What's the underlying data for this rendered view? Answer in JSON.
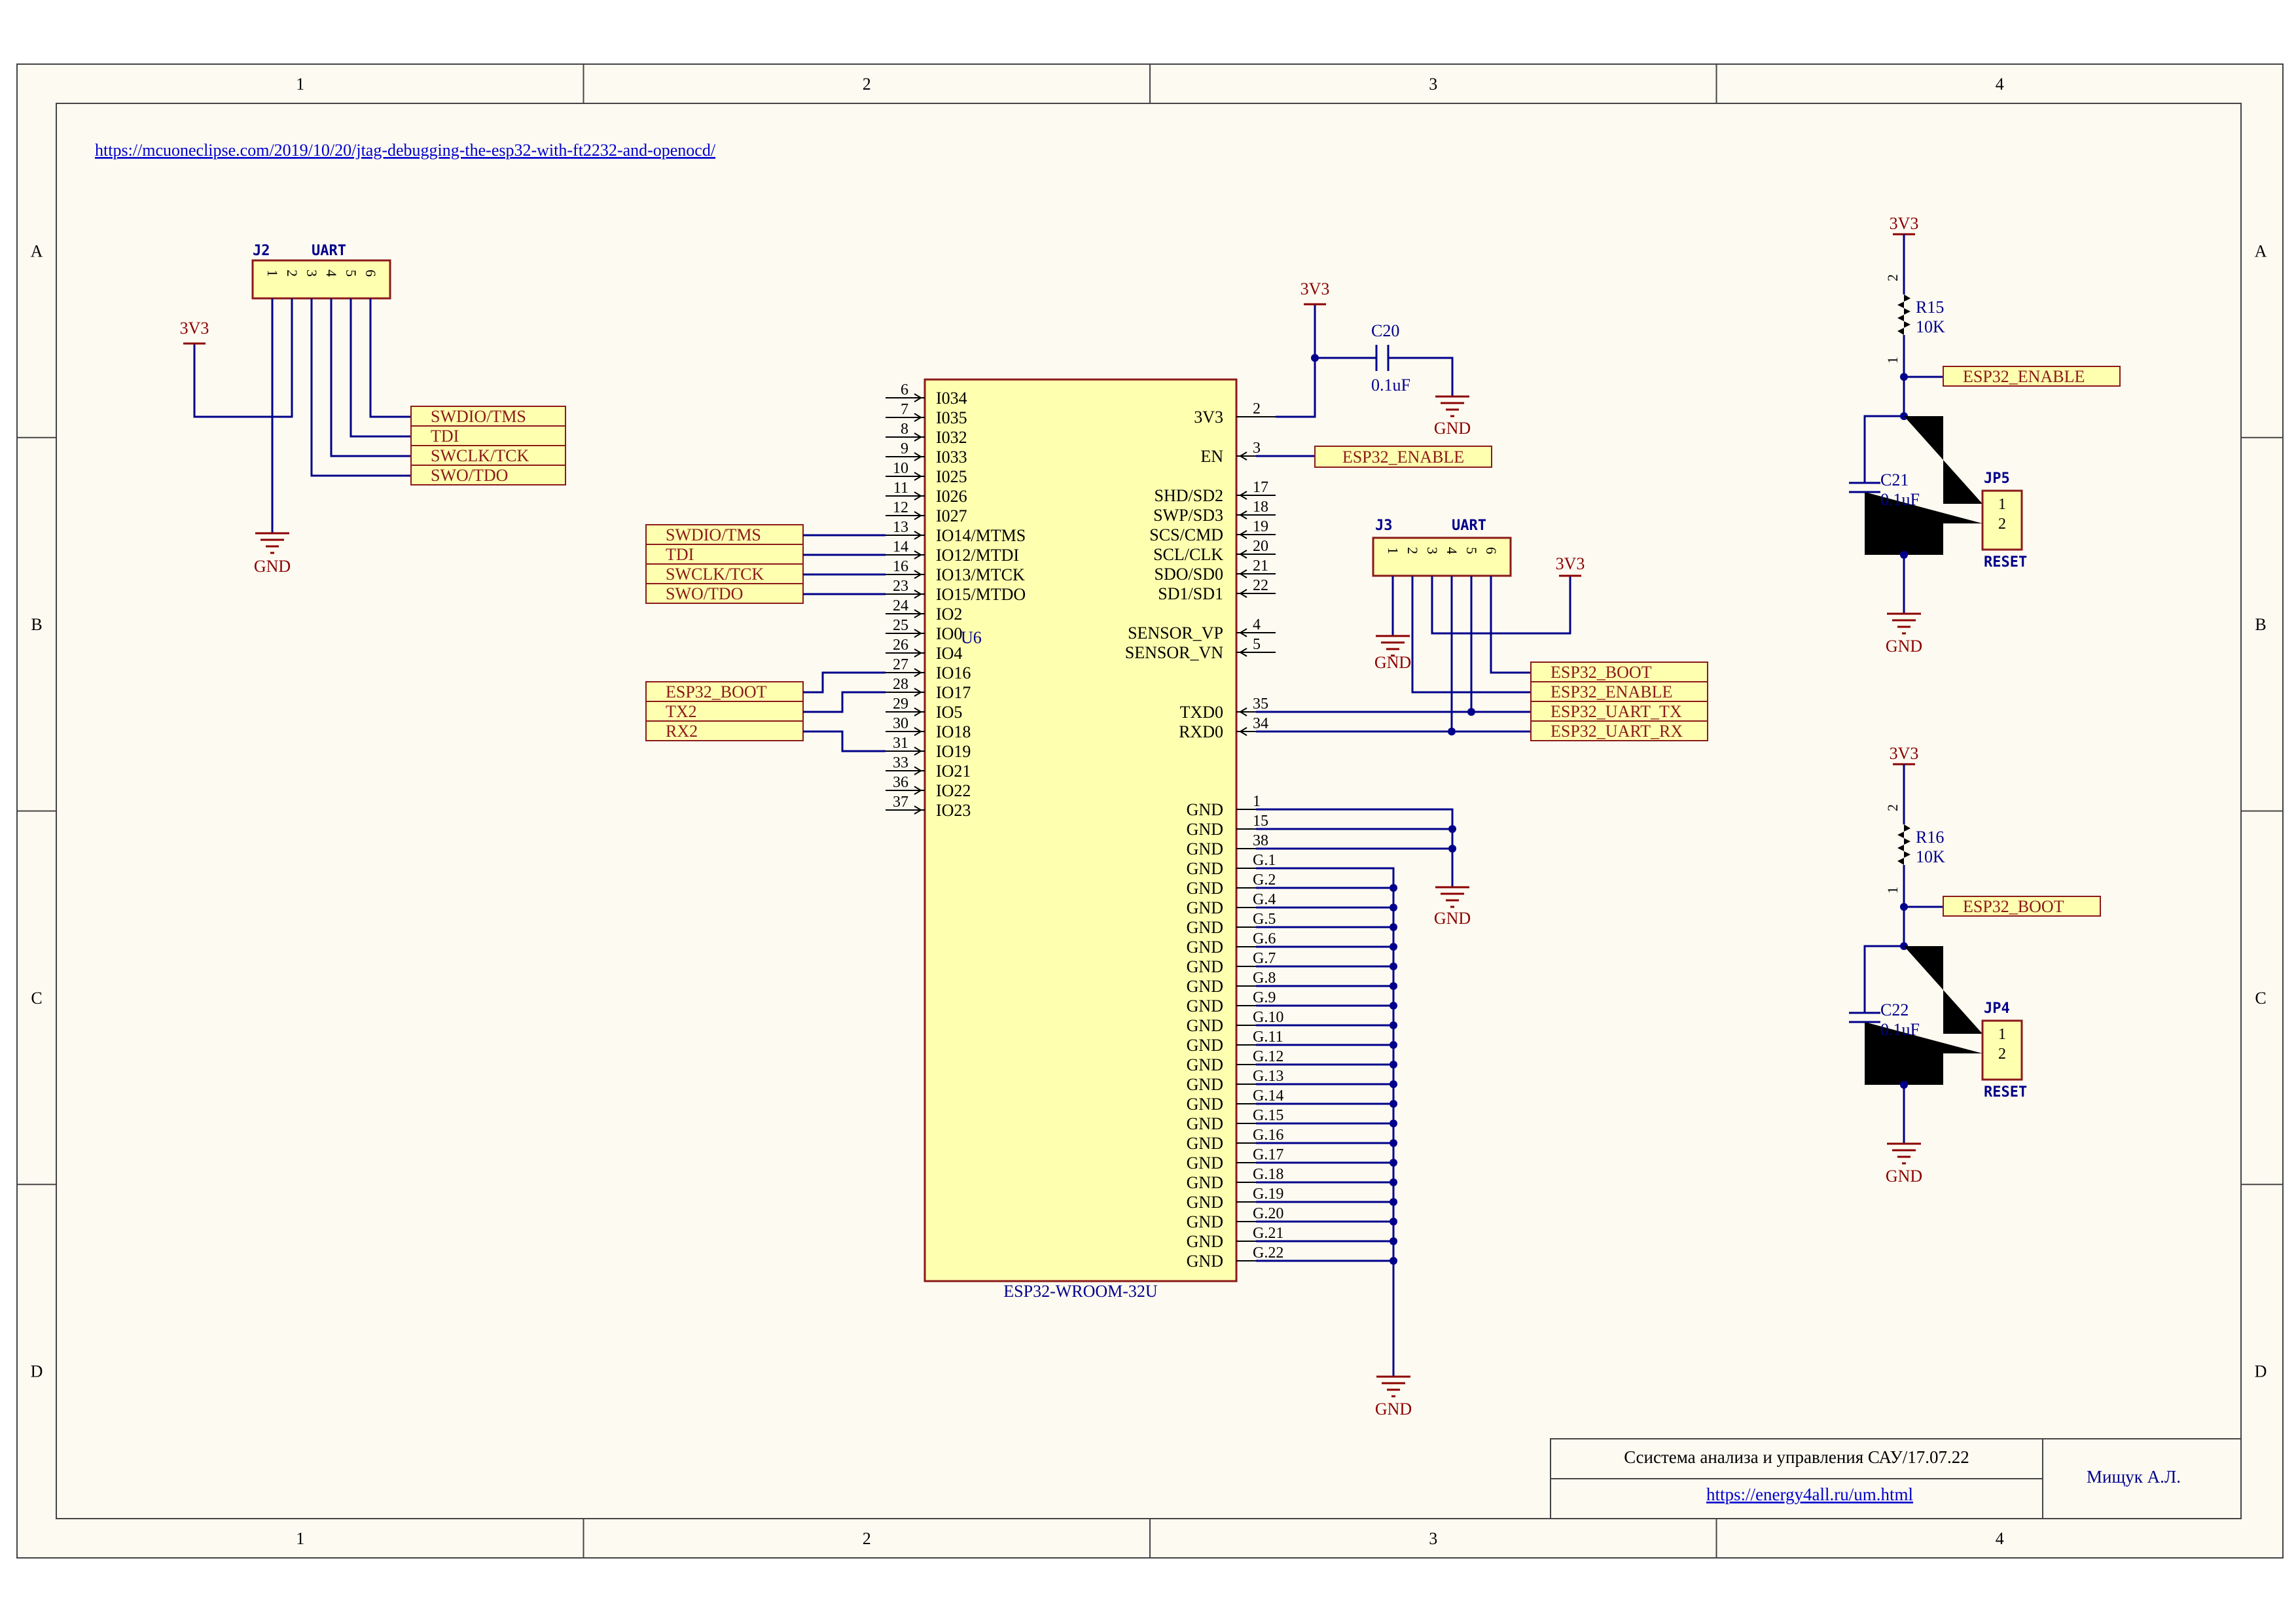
{
  "colors": {
    "paper": "#fdfaf1",
    "frame": "#444444",
    "body_fill": "#ffffb0",
    "body_stroke": "#8b1a1a",
    "wire": "#00008b",
    "power": "#8b0000",
    "text": "#000000",
    "link": "#0000cc",
    "ref": "#00008b"
  },
  "frame": {
    "columns": [
      "1",
      "2",
      "3",
      "4"
    ],
    "rows": [
      "A",
      "B",
      "C",
      "D"
    ]
  },
  "url_top": "https://mcuoneclipse.com/2019/10/20/jtag-debugging-the-esp32-with-ft2232-and-openocd/",
  "j2": {
    "ref": "J2",
    "name": "UART",
    "pins": [
      "1",
      "2",
      "3",
      "4",
      "5",
      "6"
    ],
    "power": "3V3",
    "gnd": "GND",
    "labels": [
      "SWDIO/TMS",
      "TDI",
      "SWCLK/TCK",
      "SWO/TDO"
    ]
  },
  "u6": {
    "ref": "U6",
    "part": "ESP32-WROOM-32U",
    "left_pins": [
      {
        "num": "6",
        "name": "I034"
      },
      {
        "num": "7",
        "name": "I035"
      },
      {
        "num": "8",
        "name": "I032"
      },
      {
        "num": "9",
        "name": "I033"
      },
      {
        "num": "10",
        "name": "I025"
      },
      {
        "num": "11",
        "name": "I026"
      },
      {
        "num": "12",
        "name": "I027"
      },
      {
        "num": "13",
        "name": "IO14/MTMS"
      },
      {
        "num": "14",
        "name": "IO12/MTDI"
      },
      {
        "num": "16",
        "name": "IO13/MTCK"
      },
      {
        "num": "23",
        "name": "IO15/MTDO"
      },
      {
        "num": "24",
        "name": "IO2"
      },
      {
        "num": "25",
        "name": "IO0"
      },
      {
        "num": "26",
        "name": "IO4"
      },
      {
        "num": "27",
        "name": "IO16"
      },
      {
        "num": "28",
        "name": "IO17"
      },
      {
        "num": "29",
        "name": "IO5"
      },
      {
        "num": "30",
        "name": "IO18"
      },
      {
        "num": "31",
        "name": "IO19"
      },
      {
        "num": "33",
        "name": "IO21"
      },
      {
        "num": "36",
        "name": "IO22"
      },
      {
        "num": "37",
        "name": "IO23"
      }
    ],
    "right_pins_top": [
      {
        "num": "2",
        "name": "3V3"
      },
      {
        "num": "3",
        "name": "EN"
      },
      {
        "num": "17",
        "name": "SHD/SD2"
      },
      {
        "num": "18",
        "name": "SWP/SD3"
      },
      {
        "num": "19",
        "name": "SCS/CMD"
      },
      {
        "num": "20",
        "name": "SCL/CLK"
      },
      {
        "num": "21",
        "name": "SDO/SD0"
      },
      {
        "num": "22",
        "name": "SD1/SD1"
      },
      {
        "num": "4",
        "name": "SENSOR_VP"
      },
      {
        "num": "5",
        "name": "SENSOR_VN"
      },
      {
        "num": "35",
        "name": "TXD0"
      },
      {
        "num": "34",
        "name": "RXD0"
      }
    ],
    "gnd_pins": [
      {
        "num": "1",
        "name": "GND"
      },
      {
        "num": "15",
        "name": "GND"
      },
      {
        "num": "38",
        "name": "GND"
      },
      {
        "num": "G.1",
        "name": "GND"
      },
      {
        "num": "G.2",
        "name": "GND"
      },
      {
        "num": "G.4",
        "name": "GND"
      },
      {
        "num": "G.5",
        "name": "GND"
      },
      {
        "num": "G.6",
        "name": "GND"
      },
      {
        "num": "G.7",
        "name": "GND"
      },
      {
        "num": "G.8",
        "name": "GND"
      },
      {
        "num": "G.9",
        "name": "GND"
      },
      {
        "num": "G.10",
        "name": "GND"
      },
      {
        "num": "G.11",
        "name": "GND"
      },
      {
        "num": "G.12",
        "name": "GND"
      },
      {
        "num": "G.13",
        "name": "GND"
      },
      {
        "num": "G.14",
        "name": "GND"
      },
      {
        "num": "G.15",
        "name": "GND"
      },
      {
        "num": "G.16",
        "name": "GND"
      },
      {
        "num": "G.17",
        "name": "GND"
      },
      {
        "num": "G.18",
        "name": "GND"
      },
      {
        "num": "G.19",
        "name": "GND"
      },
      {
        "num": "G.20",
        "name": "GND"
      },
      {
        "num": "G.21",
        "name": "GND"
      },
      {
        "num": "G.22",
        "name": "GND"
      }
    ],
    "jtag_labels": [
      "SWDIO/TMS",
      "TDI",
      "SWCLK/TCK",
      "SWO/TDO"
    ],
    "io_labels": [
      "ESP32_BOOT",
      "TX2",
      "RX2"
    ],
    "en_label": "ESP32_ENABLE",
    "power": "3V3",
    "gnd": "GND"
  },
  "c20": {
    "ref": "C20",
    "value": "0.1uF",
    "gnd": "GND"
  },
  "j3": {
    "ref": "J3",
    "name": "UART",
    "pins": [
      "1",
      "2",
      "3",
      "4",
      "5",
      "6"
    ],
    "power": "3V3",
    "gnd": "GND",
    "labels": [
      "ESP32_BOOT",
      "ESP32_ENABLE",
      "ESP32_UART_TX",
      "ESP32_UART_RX"
    ]
  },
  "enable_circuit": {
    "power": "3V3",
    "res_ref": "R15",
    "res_value": "10K",
    "pin_top": "2",
    "pin_bottom": "1",
    "net": "ESP32_ENABLE",
    "cap_ref": "C21",
    "cap_value": "0.1uF",
    "jp_ref": "JP5",
    "jp_pins": [
      "1",
      "2"
    ],
    "jp_name": "RESET",
    "gnd": "GND"
  },
  "boot_circuit": {
    "power": "3V3",
    "res_ref": "R16",
    "res_value": "10K",
    "pin_top": "2",
    "pin_bottom": "1",
    "net": "ESP32_BOOT",
    "cap_ref": "C22",
    "cap_value": "0.1uF",
    "jp_ref": "JP4",
    "jp_pins": [
      "1",
      "2"
    ],
    "jp_name": "RESET",
    "gnd": "GND"
  },
  "title_block": {
    "title": "Ссистема анализа и управления   САУ/17.07.22",
    "url": "https://energy4all.ru/um.html",
    "author": "Мищук А.Л."
  }
}
